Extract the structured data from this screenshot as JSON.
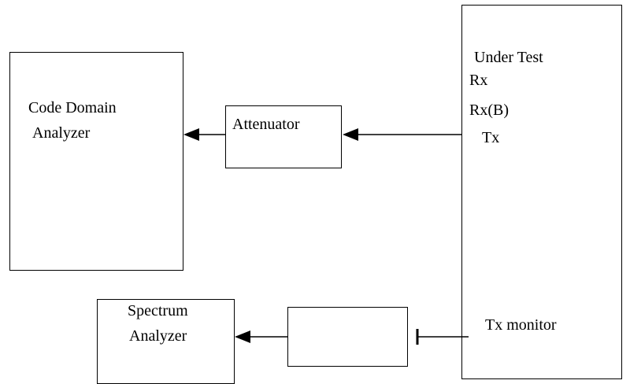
{
  "code_domain_analyzer": {
    "line1": "Code Domain",
    "line2": "Analyzer"
  },
  "attenuator": {
    "label": "Attenuator"
  },
  "under_test": {
    "title": "Under Test",
    "ports": {
      "rx": "Rx",
      "rx_b": "Rx(B)",
      "tx": "Tx",
      "tx_monitor": "Tx monitor"
    }
  },
  "spectrum_analyzer": {
    "line1": "Spectrum",
    "line2": "Analyzer"
  },
  "colors": {
    "line": "#000000",
    "background": "#ffffff"
  }
}
